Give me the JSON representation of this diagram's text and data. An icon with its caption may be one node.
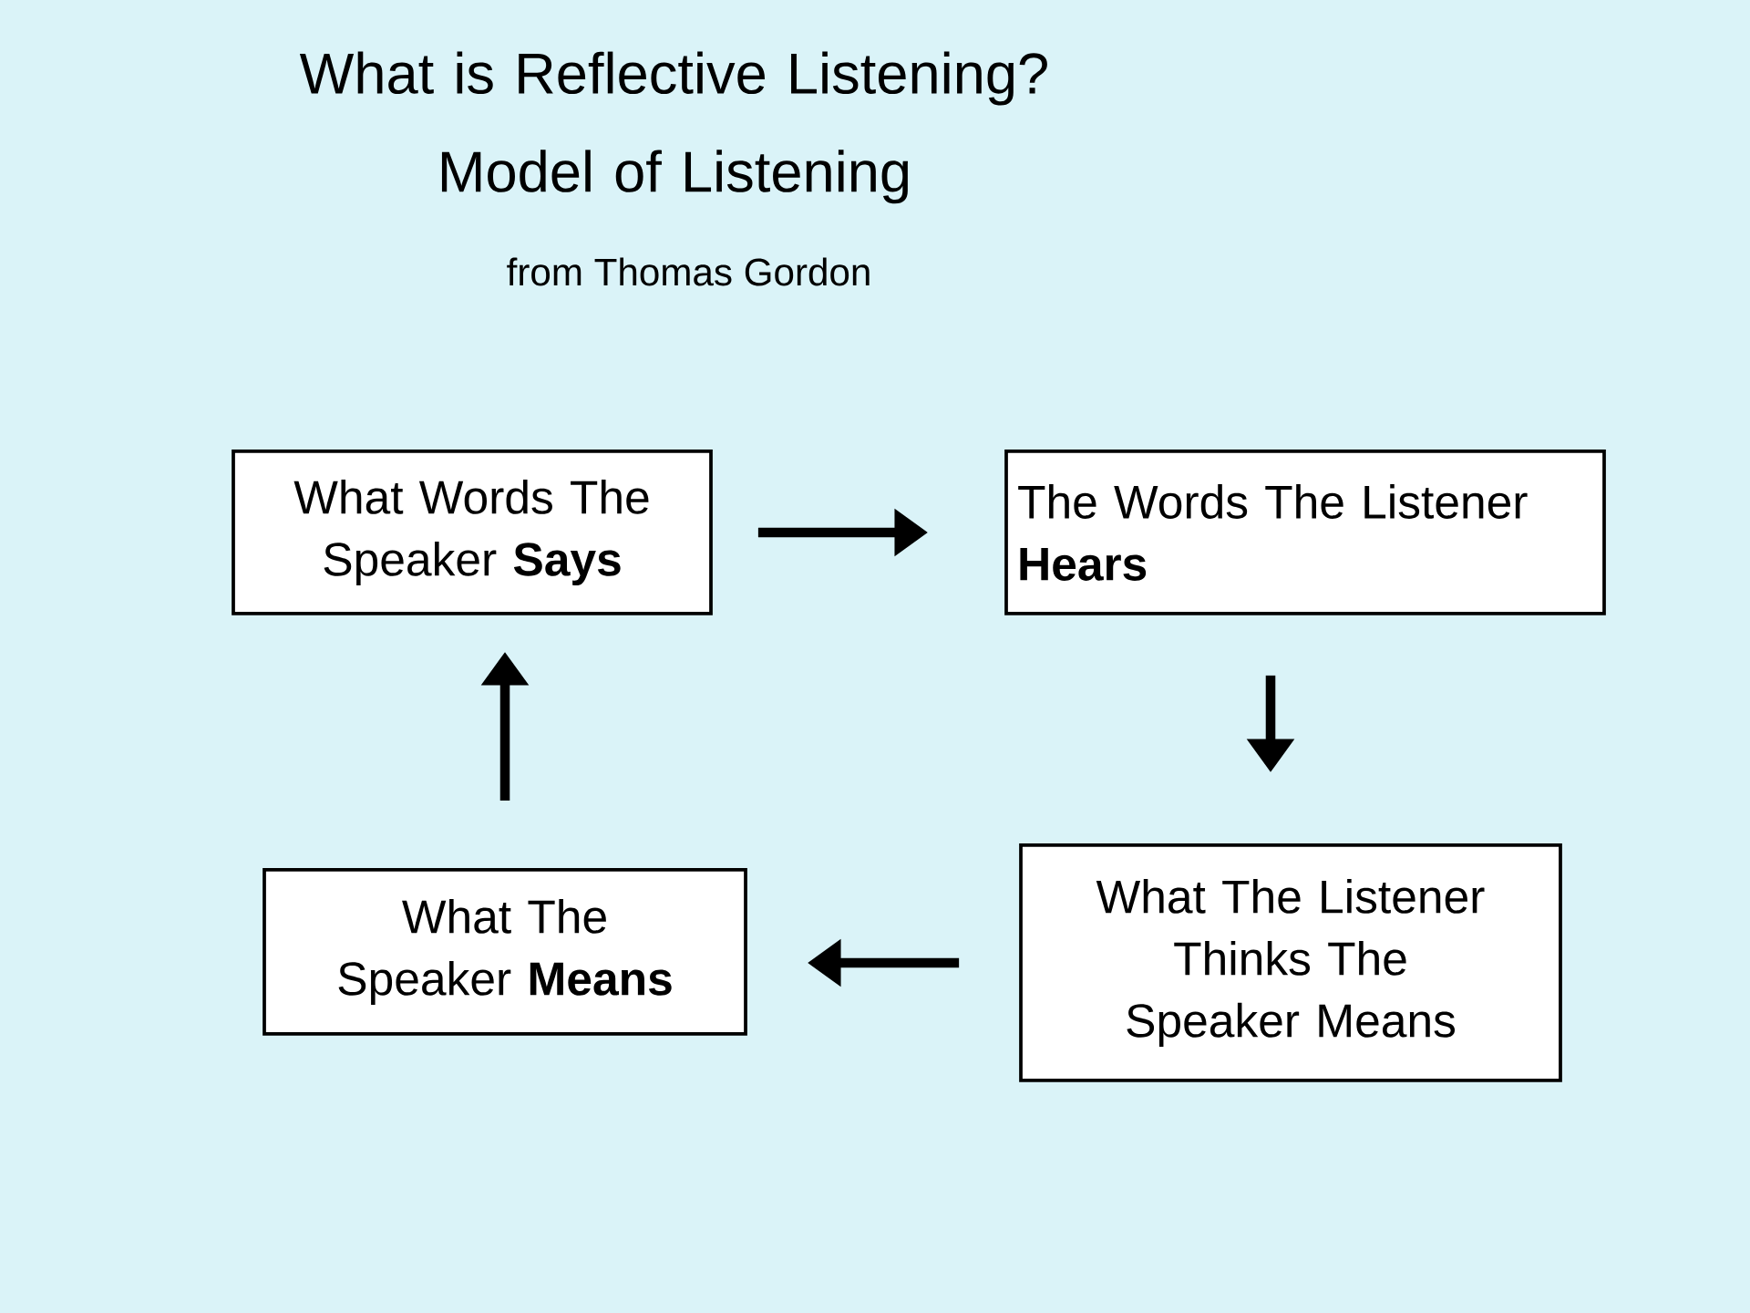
{
  "diagram": {
    "title": "What is Reflective Listening? Model of Listening",
    "nodes": [
      {
        "text": [
          "What Words The Speaker **Says**"
        ]
      },
      {
        "text": [
          "The Words The Listener **Hears**"
        ]
      },
      {
        "text": [
          "What The Listener Thinks The Speaker Means"
        ]
      },
      {
        "text": [
          "What The Speaker **Means**"
        ]
      }
    ],
    "edges": [
      {
        "from": 0,
        "to": 1,
        "arrow": "to"
      },
      {
        "from": 1,
        "to": 2,
        "arrow": "to"
      },
      {
        "from": 2,
        "to": 3,
        "arrow": "to"
      },
      {
        "from": 3,
        "to": 0,
        "arrow": "to"
      }
    ],
    "labels": [
      "from Thomas Gordon"
    ]
  }
}
